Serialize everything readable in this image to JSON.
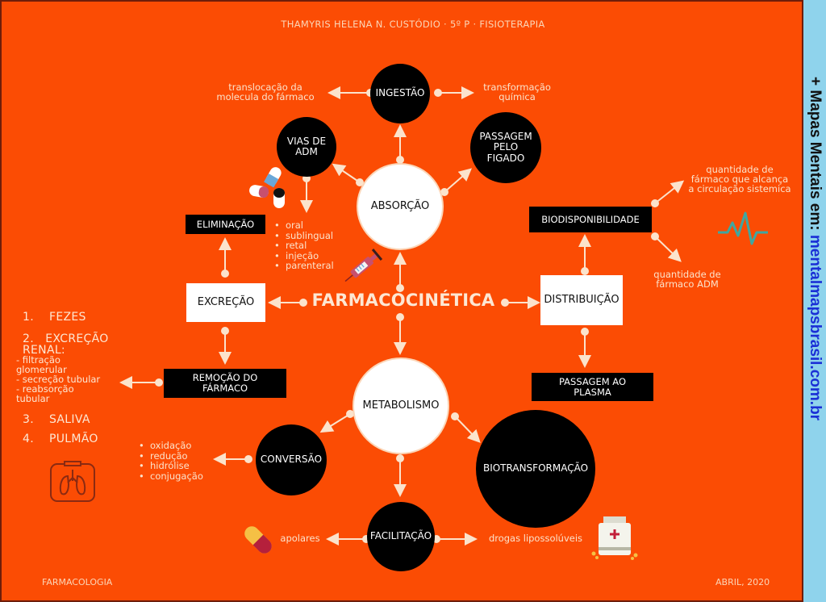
{
  "header": {
    "author": "THAMYRIS HELENA N. CUSTÓDIO · 5º P · FISIOTERAPIA"
  },
  "footer": {
    "left": "FARMACOLOGIA",
    "right": "ABRIL, 2020"
  },
  "sidebar": {
    "prefix": "+ Mapas Mentais em: ",
    "url": "mentalmapsbrasil.com.br"
  },
  "center": {
    "title": "FARMACOCINÉTICA"
  },
  "absorcao": {
    "label": "ABSORÇÃO",
    "ingestao": "INGESTÃO",
    "ingestao_left": [
      "translocação da",
      "molecula do fármaco"
    ],
    "ingestao_right": [
      "transformação",
      "química"
    ],
    "vias": [
      "VIAS DE",
      "ADM"
    ],
    "figado": [
      "PASSAGEM",
      "PELO",
      "FIGADO"
    ],
    "vias_list": [
      "oral",
      "sublingual",
      "retal",
      "injeção",
      "parenteral"
    ]
  },
  "excrecao": {
    "label": "EXCREÇÃO",
    "eliminacao": "ELIMINAÇÃO",
    "remocao": [
      "REMOÇÃO DO",
      "FÁRMACO"
    ],
    "routes": [
      {
        "num": "1.",
        "label": "FEZES"
      },
      {
        "num": "2.",
        "label": "EXCREÇÃO",
        "label2": "RENAL:",
        "sub": [
          "- filtração",
          "glomerular",
          "- secreção tubular",
          "- reabsorção",
          "tubular"
        ]
      },
      {
        "num": "3.",
        "label": "SALIVA"
      },
      {
        "num": "4.",
        "label": "PULMÃO"
      }
    ]
  },
  "distribuicao": {
    "label": "DISTRIBUIÇÃO",
    "biodisponibilidade": "BIODISPONIBILIDADE",
    "bio_top": [
      "quantidade de",
      "fármaco que alcança",
      "a circulação sistemica"
    ],
    "bio_bottom": [
      "quantidade de",
      "fármaco ADM"
    ],
    "plasma": [
      "PASSAGEM AO",
      "PLASMA"
    ]
  },
  "metabolismo": {
    "label": "METABOLISMO",
    "conversao": "CONVERSÃO",
    "conversao_list": [
      "oxidação",
      "redução",
      "hidrólise",
      "conjugação"
    ],
    "biotransformacao": "BIOTRANSFORMAÇÃO",
    "facilitacao": "FACILITAÇÃO",
    "fac_left": "apolares",
    "fac_right": "drogas lipossolúveis"
  },
  "icons": [
    "pills-icon",
    "syringe-icon",
    "heartbeat-icon",
    "lungs-icon",
    "capsule-icon",
    "medicine-bottle-icon"
  ],
  "colors": {
    "background": "#fb4c04",
    "sidebar": "#8fd3ec",
    "url": "#1a2fd6",
    "node_dark": "#000000",
    "node_light": "#ffffff",
    "line": "#fbe3cc"
  }
}
